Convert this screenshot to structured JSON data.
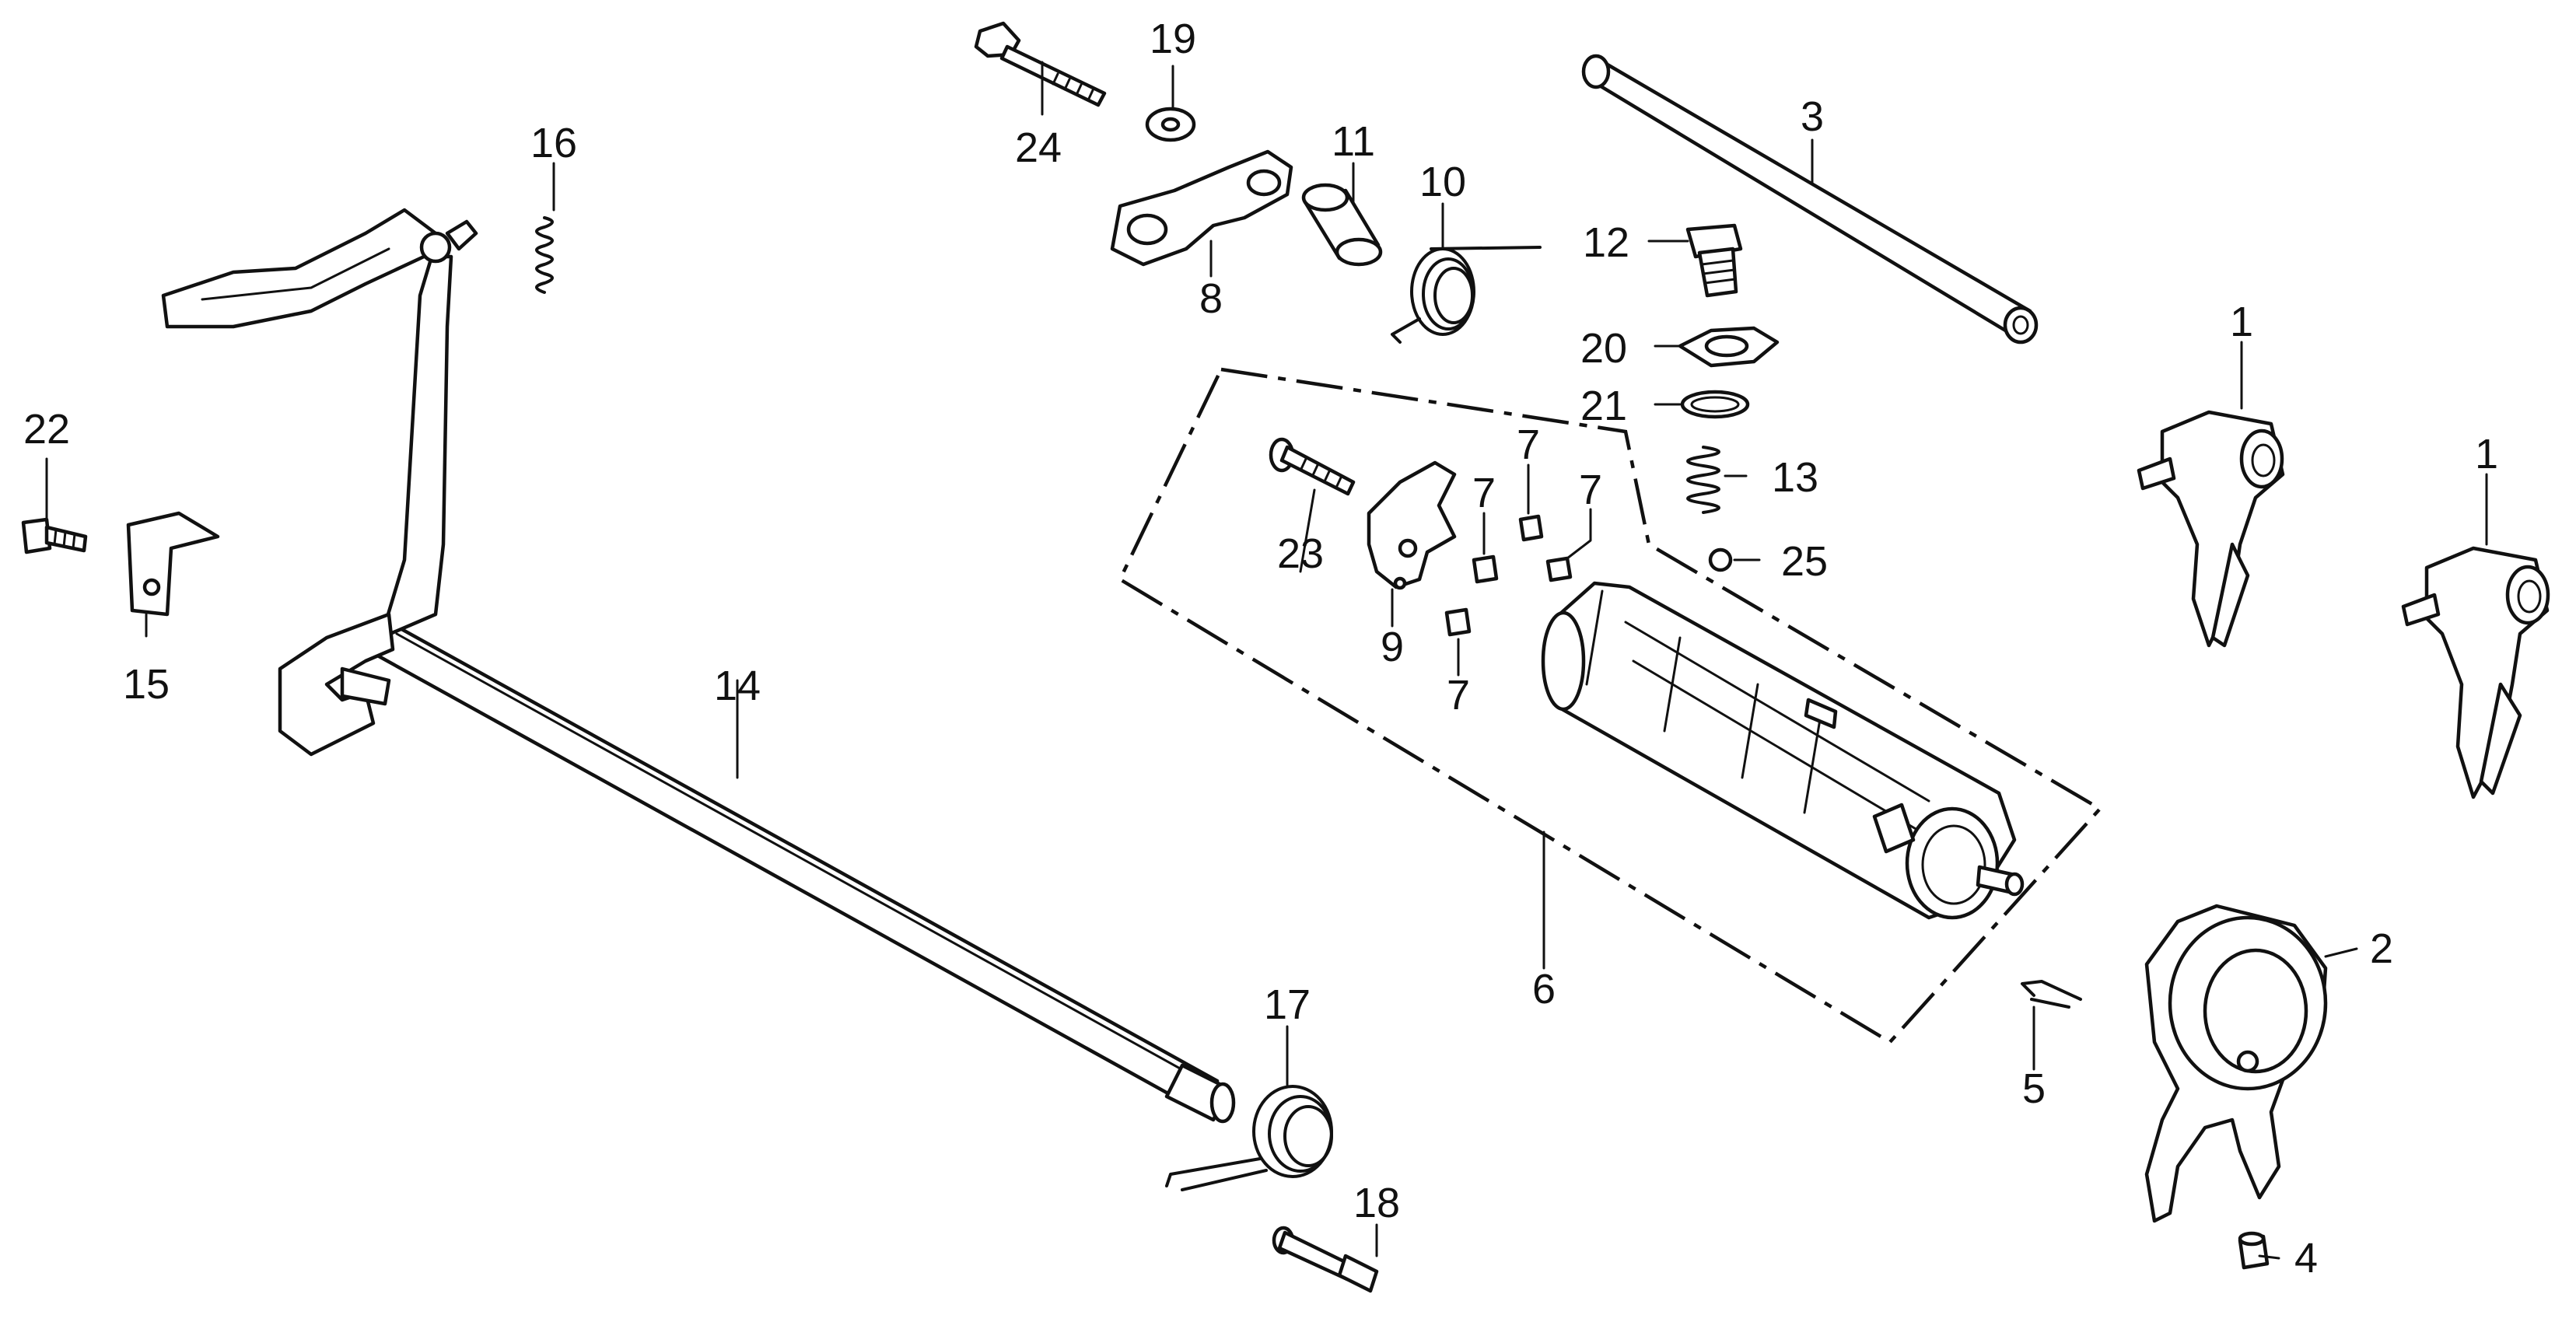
{
  "callouts": {
    "c1a": "1",
    "c1b": "1",
    "c2": "2",
    "c3": "3",
    "c4": "4",
    "c5": "5",
    "c6": "6",
    "c7a": "7",
    "c7b": "7",
    "c7c": "7",
    "c7d": "7",
    "c8": "8",
    "c9": "9",
    "c10": "10",
    "c11": "11",
    "c12": "12",
    "c13": "13",
    "c14": "14",
    "c15": "15",
    "c16": "16",
    "c17": "17",
    "c18": "18",
    "c19": "19",
    "c20": "20",
    "c21": "21",
    "c22": "22",
    "c23": "23",
    "c24": "24",
    "c25": "25"
  }
}
